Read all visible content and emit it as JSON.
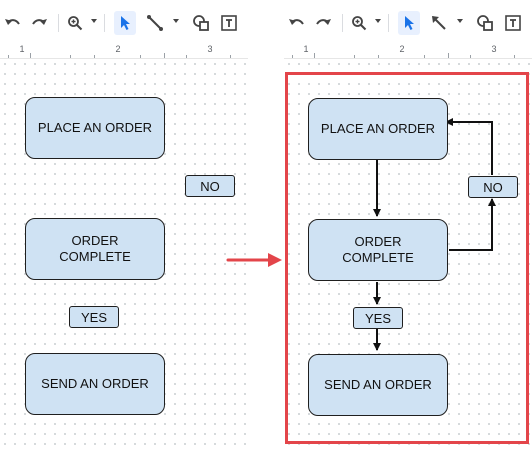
{
  "panels": {
    "left": {
      "ruler_marks": [
        "1",
        "2",
        "3"
      ],
      "shapes": {
        "place_order": "PLACE AN ORDER",
        "order_complete": "ORDER\nCOMPLETE",
        "send_order": "SEND AN ORDER"
      },
      "labels": {
        "no": "NO",
        "yes": "YES"
      }
    },
    "right": {
      "ruler_marks": [
        "1",
        "2",
        "3"
      ],
      "shapes": {
        "place_order": "PLACE AN ORDER",
        "order_complete": "ORDER\nCOMPLETE",
        "send_order": "SEND AN ORDER"
      },
      "labels": {
        "no": "NO",
        "yes": "YES"
      }
    }
  },
  "toolbar_tools": [
    "undo-icon",
    "redo-icon",
    "zoom-icon",
    "select-icon",
    "line-icon",
    "shape-icon",
    "textbox-icon"
  ],
  "colors": {
    "shape_fill": "#cfe2f3",
    "shape_border": "#1f1f1f",
    "highlight": "#e3454a",
    "select_active": "#1a73e8"
  }
}
